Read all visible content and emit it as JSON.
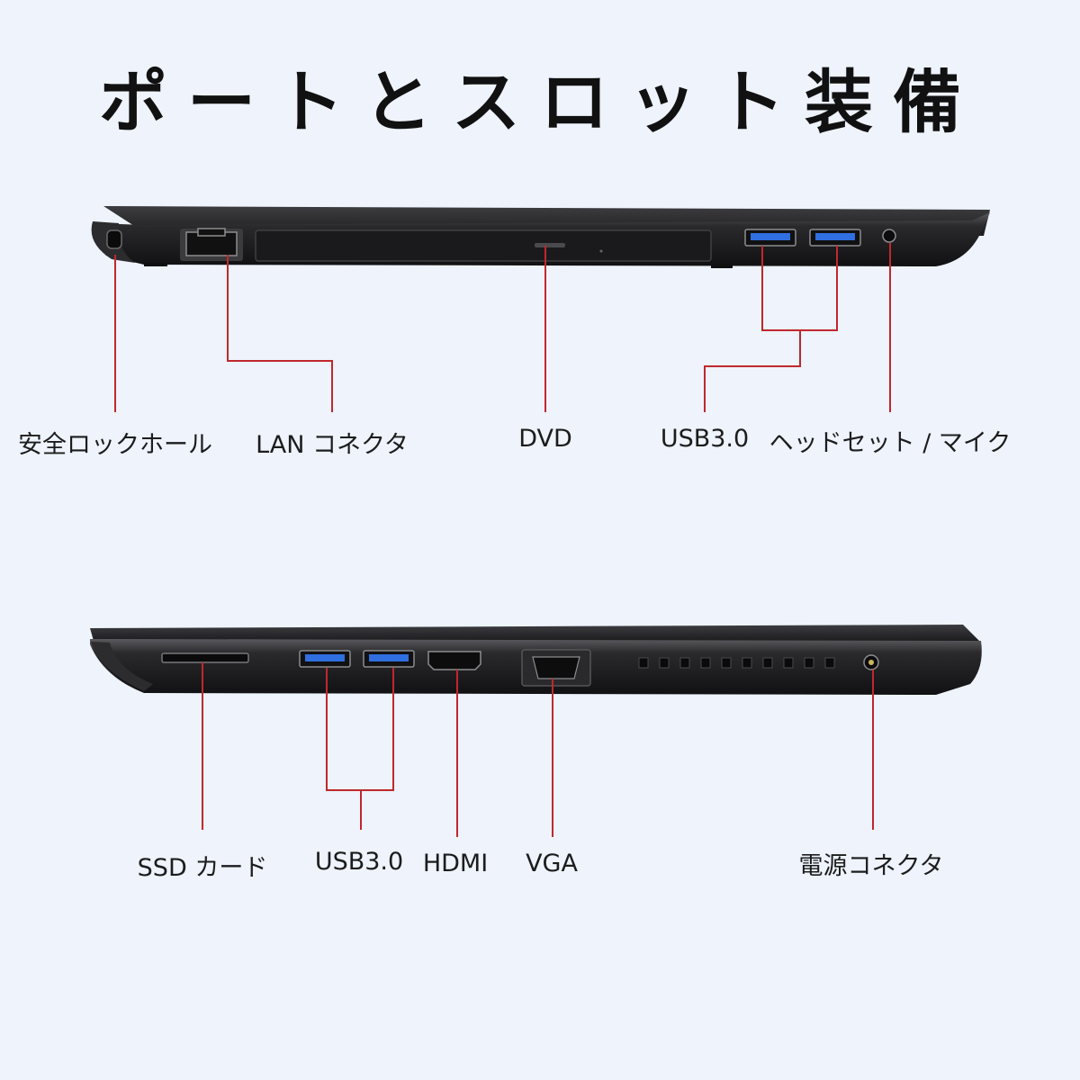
{
  "title": "ポートとスロット装備",
  "colors": {
    "background": "#eef3fc",
    "leader_line": "#c0282d",
    "usb_port": "#2f6fe0",
    "chassis": "#1b1b1d"
  },
  "top_side": {
    "labels": {
      "security_lock": "安全ロックホール",
      "lan": "LAN コネクタ",
      "dvd": "DVD",
      "usb": "USB3.0",
      "headset": "ヘッドセット / マイク"
    }
  },
  "bottom_side": {
    "labels": {
      "card": "SSD カード",
      "usb": "USB3.0",
      "hdmi": "HDMI",
      "vga": "VGA",
      "power": "電源コネクタ"
    }
  }
}
